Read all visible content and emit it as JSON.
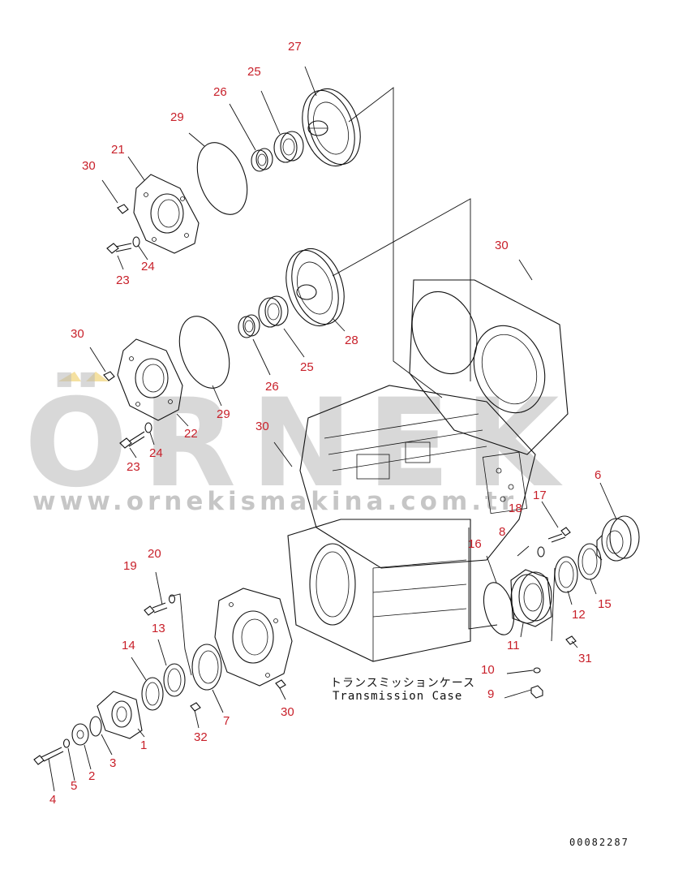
{
  "watermark": {
    "brand": "ÖRNEK",
    "url": "www.ornekismakina.com.tr"
  },
  "assembly": {
    "title_jp": "トランスミッションケース",
    "title_en": "Transmission Case"
  },
  "drawing_number": "00082287",
  "callouts": [
    {
      "id": "c27",
      "label": "27"
    },
    {
      "id": "c25a",
      "label": "25"
    },
    {
      "id": "c26a",
      "label": "26"
    },
    {
      "id": "c29a",
      "label": "29"
    },
    {
      "id": "c21",
      "label": "21"
    },
    {
      "id": "c30a",
      "label": "30"
    },
    {
      "id": "c23a",
      "label": "23"
    },
    {
      "id": "c24a",
      "label": "24"
    },
    {
      "id": "c30b",
      "label": "30"
    },
    {
      "id": "c28",
      "label": "28"
    },
    {
      "id": "c25b",
      "label": "25"
    },
    {
      "id": "c26b",
      "label": "26"
    },
    {
      "id": "c30c",
      "label": "30"
    },
    {
      "id": "c29b",
      "label": "29"
    },
    {
      "id": "c22",
      "label": "22"
    },
    {
      "id": "c24b",
      "label": "24"
    },
    {
      "id": "c23b",
      "label": "23"
    },
    {
      "id": "c30d",
      "label": "30"
    },
    {
      "id": "c6",
      "label": "6"
    },
    {
      "id": "c17",
      "label": "17"
    },
    {
      "id": "c18",
      "label": "18"
    },
    {
      "id": "c8",
      "label": "8"
    },
    {
      "id": "c16",
      "label": "16"
    },
    {
      "id": "c12",
      "label": "12"
    },
    {
      "id": "c15",
      "label": "15"
    },
    {
      "id": "c11",
      "label": "11"
    },
    {
      "id": "c31",
      "label": "31"
    },
    {
      "id": "c10",
      "label": "10"
    },
    {
      "id": "c9",
      "label": "9"
    },
    {
      "id": "c19",
      "label": "19"
    },
    {
      "id": "c20",
      "label": "20"
    },
    {
      "id": "c13",
      "label": "13"
    },
    {
      "id": "c14",
      "label": "14"
    },
    {
      "id": "c30e",
      "label": "30"
    },
    {
      "id": "c7",
      "label": "7"
    },
    {
      "id": "c32",
      "label": "32"
    },
    {
      "id": "c1",
      "label": "1"
    },
    {
      "id": "c3",
      "label": "3"
    },
    {
      "id": "c2",
      "label": "2"
    },
    {
      "id": "c5",
      "label": "5"
    },
    {
      "id": "c4",
      "label": "4"
    }
  ]
}
